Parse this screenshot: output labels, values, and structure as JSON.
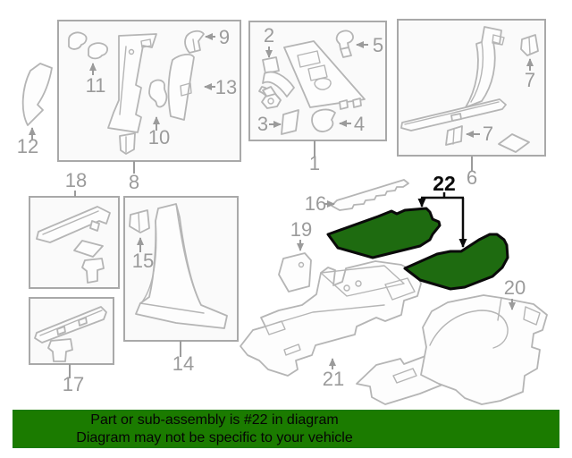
{
  "diagram": {
    "highlighted_part": "22",
    "callouts": {
      "c1": "1",
      "c2": "2",
      "c3": "3",
      "c4": "4",
      "c5": "5",
      "c6": "6",
      "c7": "7",
      "c8": "8",
      "c9": "9",
      "c10": "10",
      "c11": "11",
      "c12": "12",
      "c13": "13",
      "c14": "14",
      "c15": "15",
      "c16": "16",
      "c17": "17",
      "c18": "18",
      "c19": "19",
      "c20": "20",
      "c21": "21",
      "c22": "22"
    }
  },
  "colors": {
    "highlight_mat_green": "#1e6b10",
    "banner_green": "#1b7b00",
    "outline_gray": "#b5b5b5",
    "label_gray": "#9b9b9b",
    "callout_black": "#0a0a0a"
  },
  "banner": {
    "line1": "Part or sub-assembly is #22 in diagram",
    "line2": "Diagram may not be specific to your vehicle"
  }
}
